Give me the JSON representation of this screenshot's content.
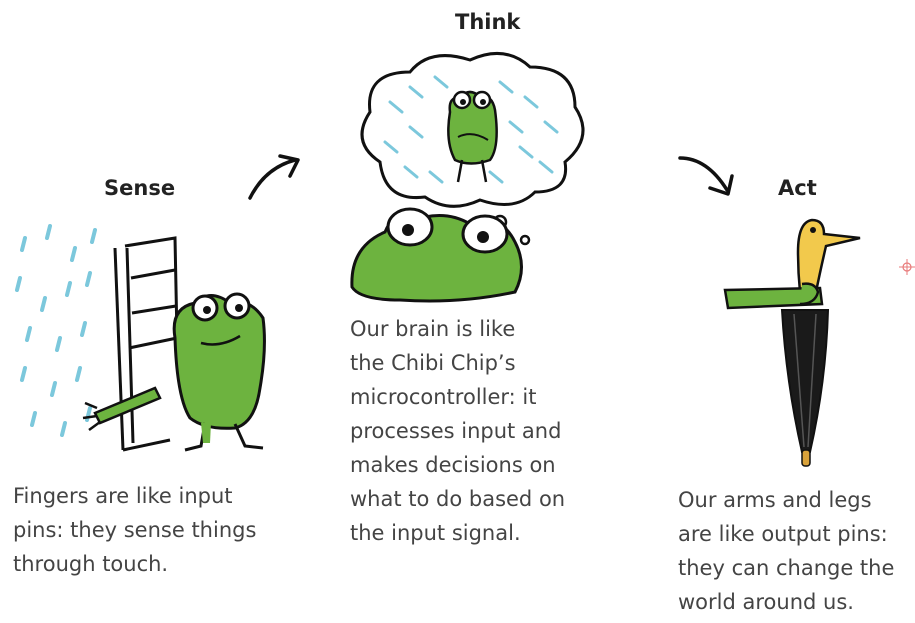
{
  "stages": {
    "sense": {
      "title": "Sense",
      "caption_lines": [
        "Fingers are like input",
        "pins: they sense things",
        "through touch."
      ]
    },
    "think": {
      "title": "Think",
      "caption_lines": [
        "Our brain is like",
        "the Chibi Chip’s",
        "microcontroller: it",
        "processes input and",
        "makes decisions on",
        "what to do based on",
        "the input signal."
      ]
    },
    "act": {
      "title": "Act",
      "caption_lines": [
        "Our arms and legs",
        "are like output pins:",
        "they can change the",
        "world around us."
      ]
    }
  },
  "colors": {
    "frog_green": "#6db33f",
    "rain_blue": "#7cc8dc",
    "umbrella_black": "#1a1a1a",
    "duck_yellow": "#f2c94c"
  },
  "icons": [
    "frog-at-door-illustration",
    "thought-bubble-illustration",
    "frog-umbrella-illustration",
    "curved-arrow-icon",
    "crosshair-icon"
  ]
}
